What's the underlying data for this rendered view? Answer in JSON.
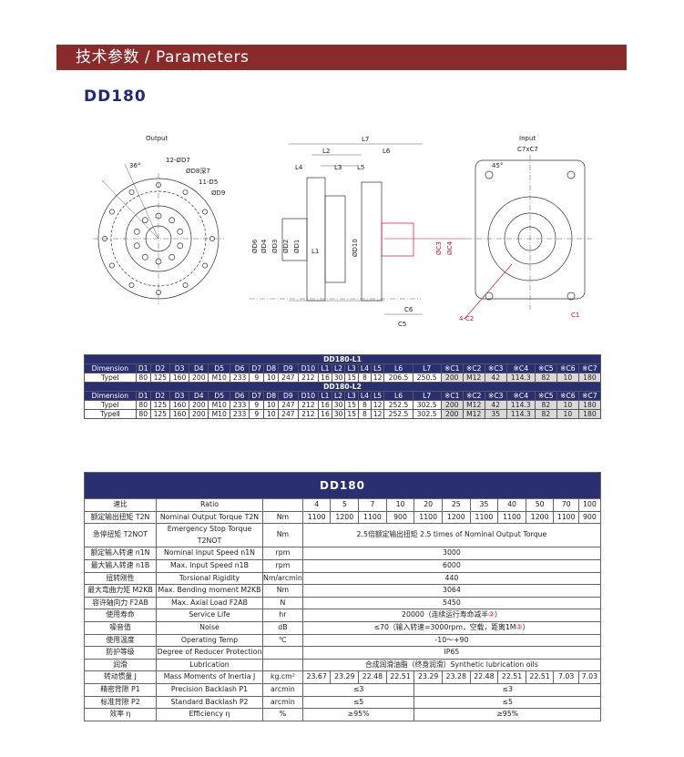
{
  "banner": {
    "title": "技术参数  / Parameters"
  },
  "model": "DD180",
  "drawing": {
    "output_label": "Output",
    "input_label": "Input",
    "labels_left": [
      "12-ØD7",
      "ØD8深7",
      "11-D5",
      "ØD9",
      "36°"
    ],
    "labels_side": [
      "L7",
      "L2",
      "L6",
      "L4",
      "L3",
      "L5",
      "L1",
      "C5",
      "C6"
    ],
    "labels_diam": [
      "ØD6",
      "ØD4",
      "ØD3",
      "ØD2",
      "ØD1",
      "ØD10",
      "ØC3",
      "ØC4"
    ],
    "labels_right": [
      "C7xC7",
      "45°",
      "4-C2",
      "C1"
    ]
  },
  "dim_table": {
    "title_1": "DD180-L1",
    "title_2": "DD180-L2",
    "headers": [
      "Dimension",
      "D1",
      "D2",
      "D3",
      "D4",
      "D5",
      "D6",
      "D7",
      "D8",
      "D9",
      "D10",
      "L1",
      "L2",
      "L3",
      "L4",
      "L5",
      "L6",
      "L7",
      "※C1",
      "※C2",
      "※C3",
      "※C4",
      "※C5",
      "※C6",
      "※C7"
    ],
    "rows_1": [
      [
        "TypeⅠ",
        "80",
        "125",
        "160",
        "200",
        "M10",
        "233",
        "9",
        "10",
        "247",
        "212",
        "16",
        "30",
        "15",
        "8",
        "12",
        "206.5",
        "250.5",
        "200",
        "M12",
        "42",
        "114.3",
        "82",
        "10",
        "180"
      ]
    ],
    "rows_2": [
      [
        "TypeⅠ",
        "80",
        "125",
        "160",
        "200",
        "M10",
        "233",
        "9",
        "10",
        "247",
        "212",
        "16",
        "30",
        "15",
        "8",
        "12",
        "252.5",
        "302.5",
        "200",
        "M12",
        "42",
        "114.3",
        "82",
        "10",
        "180"
      ],
      [
        "TypeⅡ",
        "80",
        "125",
        "160",
        "200",
        "M10",
        "233",
        "9",
        "10",
        "247",
        "212",
        "16",
        "30",
        "15",
        "8",
        "12",
        "252.5",
        "302.5",
        "200",
        "M12",
        "35",
        "114.3",
        "82",
        "10",
        "180"
      ]
    ]
  },
  "spec_table": {
    "title": "DD180",
    "ratio": {
      "cn": "速比",
      "en": "Ratio",
      "unit": "",
      "values": [
        "4",
        "5",
        "7",
        "10",
        "20",
        "25",
        "35",
        "40",
        "50",
        "70",
        "100"
      ]
    },
    "rated_torque": {
      "cn": "额定输出扭矩 T2N",
      "en": "Nominal Output Torque T2N",
      "unit": "Nm",
      "values": [
        "1100",
        "1200",
        "1100",
        "900",
        "1100",
        "1200",
        "1100",
        "1100",
        "1200",
        "1100",
        "900"
      ]
    },
    "emergency": {
      "cn": "急停扭矩 T2NOT",
      "en": "Emergency Stop Torque T2NOT",
      "unit": "Nm",
      "value": "2.5倍额定输出扭矩   2.5 times of Nominal Output Torque"
    },
    "input_speed": {
      "cn": "额定输入转速 n1N",
      "en": "Nominal  Input  Speed  n1N",
      "unit": "rpm",
      "value": "3000"
    },
    "max_speed": {
      "cn": "最大输入转速 n1B",
      "en": "Max.  Input  Speed  n1B",
      "unit": "rpm",
      "value": "6000"
    },
    "rigidity": {
      "cn": "扭转刚性",
      "en": "Torsional  Rigidity",
      "unit": "Nm/arcmin",
      "value": "440"
    },
    "bending": {
      "cn": "最大弯曲力矩 M2KB",
      "en": "Max.  Bending  moment  M2KB",
      "unit": "Nm",
      "value": "3064"
    },
    "axial": {
      "cn": "容许轴向力 F2AB",
      "en": "Max. Axial Load  F2AB",
      "unit": "N",
      "value": "5450"
    },
    "life": {
      "cn": "使用寿命",
      "en": "Service  Life",
      "unit": "hr",
      "value": "20000（连续运行寿命减半",
      "value_red": "②",
      "value_end": "）"
    },
    "noise": {
      "cn": "噪音值",
      "en": "Noise",
      "unit": "dB",
      "value": "≤70（输入转速=3000rpm，空载，距离1M",
      "value_red": "③",
      "value_end": "）"
    },
    "temp": {
      "cn": "使用温度",
      "en": "Operating  Temp",
      "unit": "℃",
      "value": "-10～+90"
    },
    "protection": {
      "cn": "防护等级",
      "en": "Degree of Reducer Protection",
      "unit": "",
      "value": "IP65"
    },
    "lubrication": {
      "cn": "润滑",
      "en": "Lubrication",
      "unit": "",
      "value": "合成润滑油脂（终身润滑）Synthetic lubrication oils"
    },
    "inertia": {
      "cn": "转动惯量 J",
      "en": "Mass Moments of Inertia J",
      "unit": "kg.cm²",
      "values": [
        "23.67",
        "23.29",
        "22.48",
        "22.51",
        "23.29",
        "23.28",
        "22.48",
        "22.51",
        "22.51",
        "7.03",
        "7.03"
      ]
    },
    "backlash_p1": {
      "cn": "精密背隙 P1",
      "en": "Precision  Backlash  P1",
      "unit": "arcmin",
      "value_a": "≤3",
      "value_b": "≤3"
    },
    "backlash_p2": {
      "cn": "标准背隙 P2",
      "en": "Standard  Backlash  P2",
      "unit": "arcmin",
      "value_a": "≤5",
      "value_b": "≤5"
    },
    "efficiency": {
      "cn": "效率 η",
      "en": "Efficiency  η",
      "unit": "%",
      "value_a": "≥95%",
      "value_b": "≥95%"
    }
  }
}
